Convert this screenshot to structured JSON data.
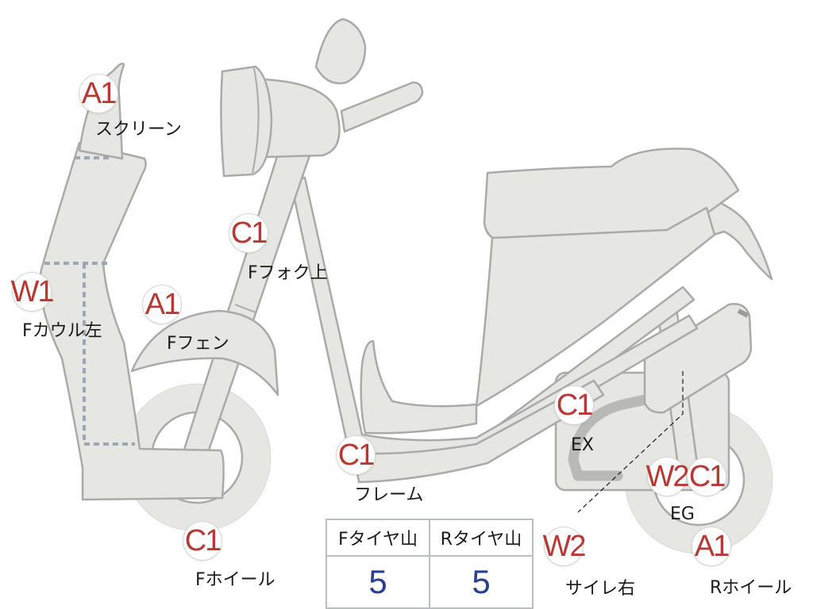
{
  "markers": {
    "screen_code": "A1",
    "fcowl_code": "W1",
    "ffender_code": "A1",
    "ffork_code": "C1",
    "frame_code": "C1",
    "fwheel_code": "C1",
    "ex_code": "C1",
    "eg_w_code": "W2",
    "eg_c_code": "C1",
    "siren_code": "W2",
    "rwheel_code": "A1"
  },
  "labels": {
    "screen": "スクリーン",
    "fcowl": "Fカウル左",
    "ffender": "Fフェン",
    "ffork": "Fフォク上",
    "frame": "フレーム",
    "fwheel": "Fホイール",
    "ex": "EX",
    "eg": "EG",
    "siren": "サイレ右",
    "rwheel": "Rホイール"
  },
  "tread": {
    "front_header": "Fタイヤ山",
    "rear_header": "Rタイヤ山",
    "front_value": "5",
    "rear_value": "5"
  },
  "colors": {
    "marker_text": "#b53a36",
    "tread_value": "#2a3f8f",
    "body_fill": "#e6e6e3",
    "body_outline": "#a9aba8",
    "dashed_line": "#9ea6b4"
  }
}
